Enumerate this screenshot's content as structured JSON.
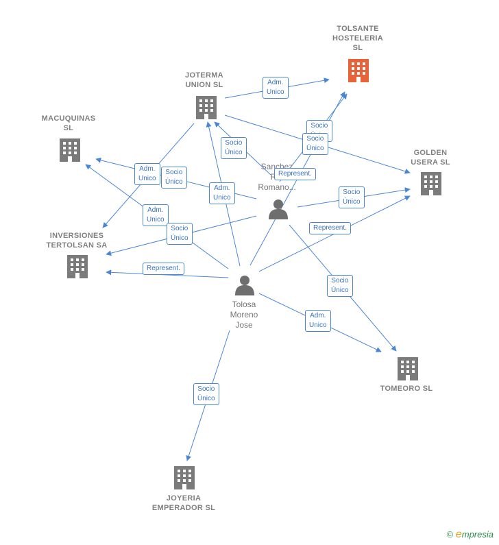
{
  "companies": {
    "tolsante": {
      "label": "TOLSANTE\nHOSTELERIA\nSL",
      "color": "#e8623a"
    },
    "joterma": {
      "label": "JOTERMA\nUNION  SL",
      "color": "#7b7b7b"
    },
    "macuquinas": {
      "label": "MACUQUINAS\nSL",
      "color": "#7b7b7b"
    },
    "golden": {
      "label": "GOLDEN\nUSERA  SL",
      "color": "#7b7b7b"
    },
    "inversiones": {
      "label": "INVERSIONES\nTERTOLSAN SA",
      "color": "#7b7b7b"
    },
    "tomeoro": {
      "label": "TOMEORO  SL",
      "color": "#7b7b7b"
    },
    "joyeria": {
      "label": "JOYERIA\nEMPERADOR SL",
      "color": "#7b7b7b"
    }
  },
  "persons": {
    "sanchez": {
      "label": "Sanchez\nR...\nRomano..."
    },
    "tolosa": {
      "label": "Tolosa\nMoreno\nJose"
    }
  },
  "edge_labels": {
    "e1": "Adm.\nUnico",
    "e2": "Socio\nÚnico",
    "e3": "Socio\nÚnico",
    "e4": "Represent.",
    "e5": "Adm.\nUnico",
    "e6": "Socio\nÚnico",
    "e7": "Adm.\nUnico",
    "e8": "Socio\nÚnico",
    "e9": "Adm.\nUnico",
    "e10": "Socio\nÚnico",
    "e11": "Represent.",
    "e12": "Represent.",
    "e13": "Socio\nÚnico",
    "e14": "Adm.\nUnico",
    "e15": "Socio\nÚnico",
    "e16": "Socio\nÚnico"
  },
  "colors": {
    "edge": "#4a86d6",
    "building": "#7b7b7b",
    "main_building": "#e8623a",
    "person": "#6e6e6e"
  },
  "brand": {
    "copyright": "©",
    "name": "mpresia",
    "initial": "e"
  }
}
